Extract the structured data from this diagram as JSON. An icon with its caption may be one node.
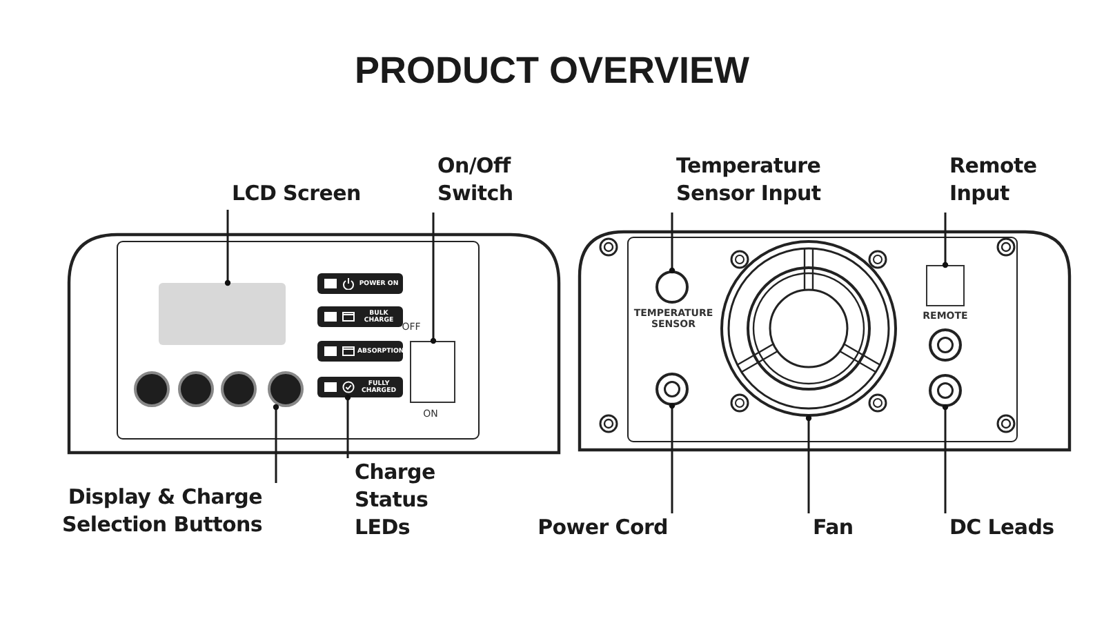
{
  "diagram": {
    "title": "PRODUCT OVERVIEW",
    "nodes": [
      {
        "text": [
          "LCD Screen"
        ]
      },
      {
        "text": [],
        "shape": "box"
      },
      {
        "text": [
          "On/Off Switch"
        ]
      },
      {
        "text": [],
        "shape": "box"
      },
      {
        "text": [
          "POWER ON"
        ]
      },
      {
        "text": [
          "BULK CHARGE"
        ]
      },
      {
        "text": [
          "ABSORPTION"
        ]
      },
      {
        "text": [
          "FULLY CHARGED"
        ]
      },
      {
        "text": [],
        "shape": "circle"
      },
      {
        "text": [],
        "shape": "circle"
      },
      {
        "text": [],
        "shape": "circle"
      },
      {
        "text": [],
        "shape": "circle"
      },
      {
        "text": [
          "Display & Charge Selection Buttons"
        ]
      },
      {
        "text": [
          "Charge Status LEDs"
        ]
      },
      {
        "text": [
          "Temperature Sensor Input"
        ]
      },
      {
        "text": [],
        "shape": "circle"
      },
      {
        "text": [
          "Remote Input"
        ]
      },
      {
        "text": [],
        "shape": "box"
      },
      {
        "text": [],
        "shape": "picture"
      },
      {
        "text": [],
        "shape": "circle"
      },
      {
        "text": [],
        "shape": "circle"
      },
      {
        "text": [],
        "shape": "circle"
      },
      {
        "text": [
          "Power Cord"
        ]
      },
      {
        "text": [
          "Fan"
        ]
      },
      {
        "text": [
          "DC Leads"
        ]
      }
    ],
    "edges": [
      {
        "from": 0,
        "to": 1,
        "arrow": "other"
      },
      {
        "from": 2,
        "to": 3,
        "arrow": "other"
      },
      {
        "from": 12,
        "to": 11,
        "arrow": "other"
      },
      {
        "from": 13,
        "to": 7,
        "arrow": "other"
      },
      {
        "from": 14,
        "to": 15,
        "arrow": "other"
      },
      {
        "from": 16,
        "to": 17,
        "arrow": "other"
      },
      {
        "from": 22,
        "to": 20,
        "arrow": "other"
      },
      {
        "from": 23,
        "to": 18,
        "arrow": "other"
      },
      {
        "from": 24,
        "to": 21,
        "arrow": "other"
      }
    ],
    "labels": [
      "OFF",
      "ON",
      "TEMPERATURE SENSOR",
      "REMOTE"
    ]
  }
}
